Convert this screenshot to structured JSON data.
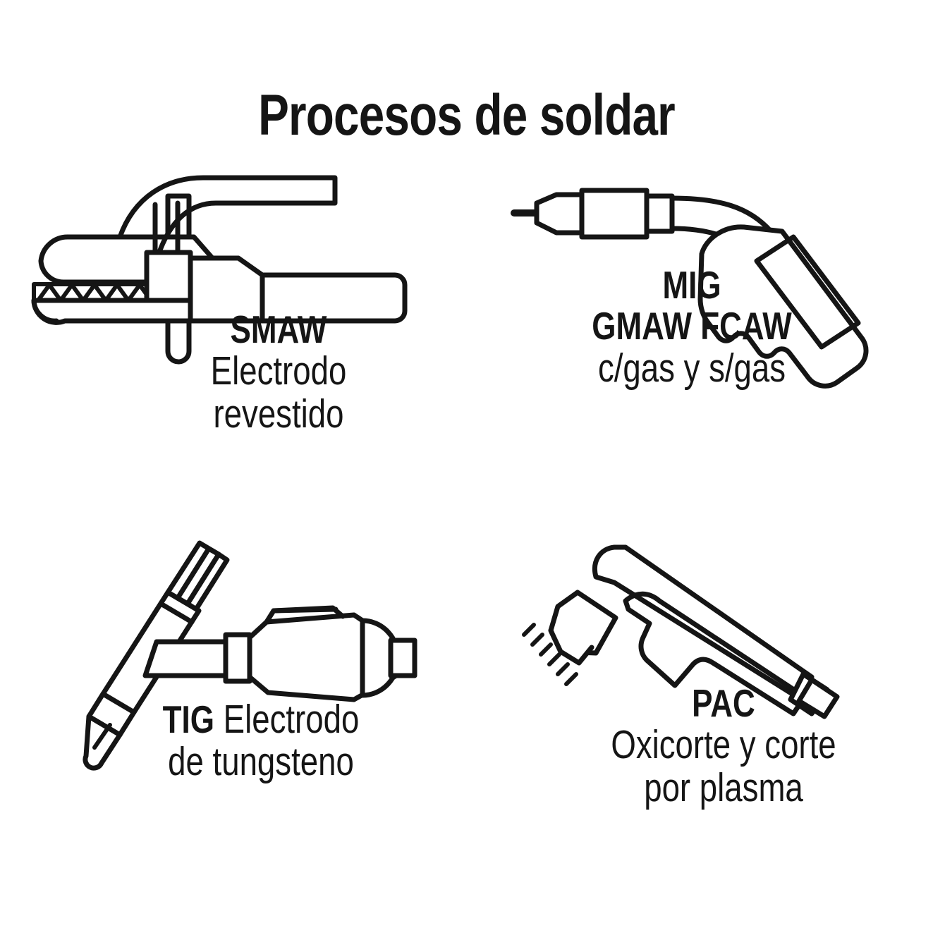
{
  "title": "Procesos de soldar",
  "processes": [
    {
      "id": "smaw",
      "icon": "stick-electrode-holder-icon",
      "acronym": "SMAW",
      "description_lines": [
        "Electrodo",
        "revestido"
      ],
      "caption_inline": ""
    },
    {
      "id": "mig",
      "icon": "mig-welding-gun-icon",
      "acronym": "MIG",
      "acronym_line2": "GMAW FCAW",
      "description_lines": [
        "c/gas y s/gas"
      ],
      "caption_inline": ""
    },
    {
      "id": "tig",
      "icon": "tig-torch-icon",
      "acronym": "TIG",
      "description_lines": [
        "Electrodo",
        "de tungsteno"
      ],
      "caption_inline": "Electrodo"
    },
    {
      "id": "pac",
      "icon": "plasma-cutting-torch-icon",
      "acronym": "PAC",
      "description_lines": [
        "Oxicorte y corte",
        "por plasma"
      ],
      "caption_inline": ""
    }
  ],
  "colors": {
    "ink": "#151515",
    "background": "#ffffff"
  }
}
